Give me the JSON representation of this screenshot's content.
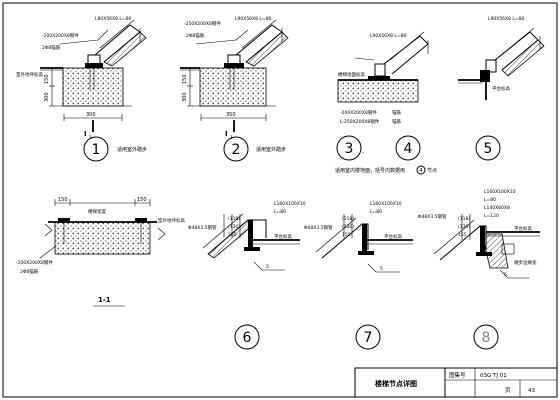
{
  "top": {
    "d1": {
      "plate": "-200X200X8钢件",
      "angle": "L80X56X8 L=80",
      "bars": "2Φ8锚筋",
      "wall_note": "室外地坪标高",
      "dim_h1": "150",
      "dim_h2": "300",
      "dim_w": "300",
      "section": "I",
      "section_sub": "1",
      "note": "适用室外踏步",
      "number": "1"
    },
    "d2": {
      "plate": "-250X200X8钢件",
      "angle": "L90X56X8 L=80",
      "bars": "2Φ8锚筋",
      "dim_h1": "150",
      "dim_h2": "300",
      "dim_w": "350",
      "section": "I",
      "section_sub": "1",
      "note": "适用室外踏步",
      "number": "2"
    },
    "d3": {
      "angle": "L90X56X8 L=80",
      "floor_note": "楼梯地面标高",
      "plate1": "-200X200X8钢件",
      "plate1_tail": "锚筋",
      "plate2": "L-250X200X8钢件",
      "plate2_tail": "锚筋",
      "number": "3",
      "dash": "、",
      "number_alt": "4"
    },
    "d45_note": {
      "prefix": "适用室内楼地面，括号内数据用",
      "mark": "4",
      "suffix": "节点"
    },
    "d5": {
      "angle": "L90X56X8 L=80",
      "platform": "平台标高",
      "number": "5"
    }
  },
  "bottom": {
    "s11": {
      "dim_a": "150",
      "dim_b": "150",
      "width_label": "楼梯宽度",
      "wall_note": "室外地坪标高",
      "plate": "-200X200X8钢件",
      "bars": "2Φ8锚筋",
      "title": "1-1"
    },
    "d6": {
      "pipe": "Φ48X3.5钢管",
      "angle": "L160X100X10",
      "angle_len": "L=80",
      "d1": "(118)",
      "d2": "(130)",
      "d3": "155",
      "platform": "平台标高",
      "five": "5",
      "number": "6"
    },
    "d7": {
      "pipe": "Φ48X3.5钢管",
      "angle": "L160X100X10",
      "angle_len": "L=80",
      "d1": "(118)",
      "d2": "(130)",
      "d3": "155",
      "platform": "平台标高",
      "five": "5",
      "number": "7"
    },
    "d8": {
      "pipe": "Φ48X3.5钢管",
      "angle1": "L160X100X10",
      "angle1_len": "L=80",
      "angle2": "L140X80X8",
      "angle2_len": "L=120",
      "d1": "(118)",
      "d2": "(130)",
      "d3": "155",
      "platform": "平台标高",
      "edge": "踏步边缘宽",
      "five": "5",
      "number": "8"
    }
  },
  "title_block": {
    "title": "楼梯节点详图",
    "code_label": "图集号",
    "code": "03G TJ 01",
    "page_label": "页",
    "page": "43"
  }
}
